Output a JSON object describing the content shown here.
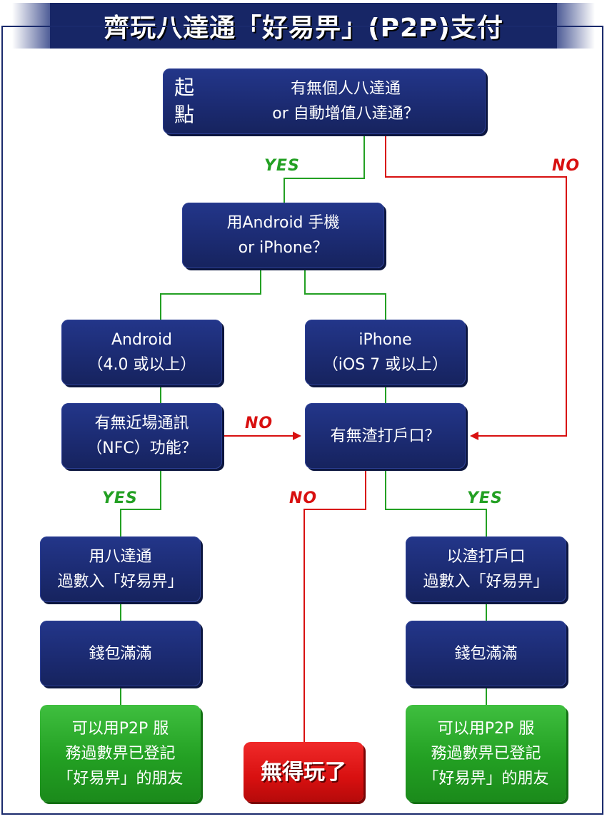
{
  "title": "齊玩八達通「好易畀」(P2P)支付",
  "start": {
    "side_line1": "起",
    "side_line2": "點",
    "line1": "有無個人八達通",
    "line2": "or 自動增值八達通？"
  },
  "device_question": {
    "line1": "用Android 手機",
    "line2": "or iPhone？"
  },
  "android": {
    "line1": "Android",
    "line2": "（4.0 或以上）"
  },
  "iphone": {
    "line1": "iPhone",
    "line2": "（iOS 7 或以上）"
  },
  "nfc_question": {
    "line1": "有無近場通訊",
    "line2": "（NFC）功能？"
  },
  "bank_question": {
    "line1": "有無渣打戶口？"
  },
  "octopus_transfer": {
    "line1": "用八達通",
    "line2": "過數入「好易畀」"
  },
  "bank_transfer": {
    "line1": "以渣打戶口",
    "line2": "過數入「好易畀」"
  },
  "wallet_full_left": {
    "line1": "錢包滿滿"
  },
  "wallet_full_right": {
    "line1": "錢包滿滿"
  },
  "result_left": {
    "line1": "可以用P2P 服",
    "line2": "務過數畀已登記",
    "line3": "「好易畀」的朋友"
  },
  "result_right": {
    "line1": "可以用P2P 服",
    "line2": "務過數畀已登記",
    "line3": "「好易畀」的朋友"
  },
  "no_play": {
    "line1": "無得玩了"
  },
  "labels": {
    "yes": "YES",
    "no": "NO"
  },
  "colors": {
    "navy": "#1b2a70",
    "green": "#23a023",
    "red": "#d81010"
  }
}
